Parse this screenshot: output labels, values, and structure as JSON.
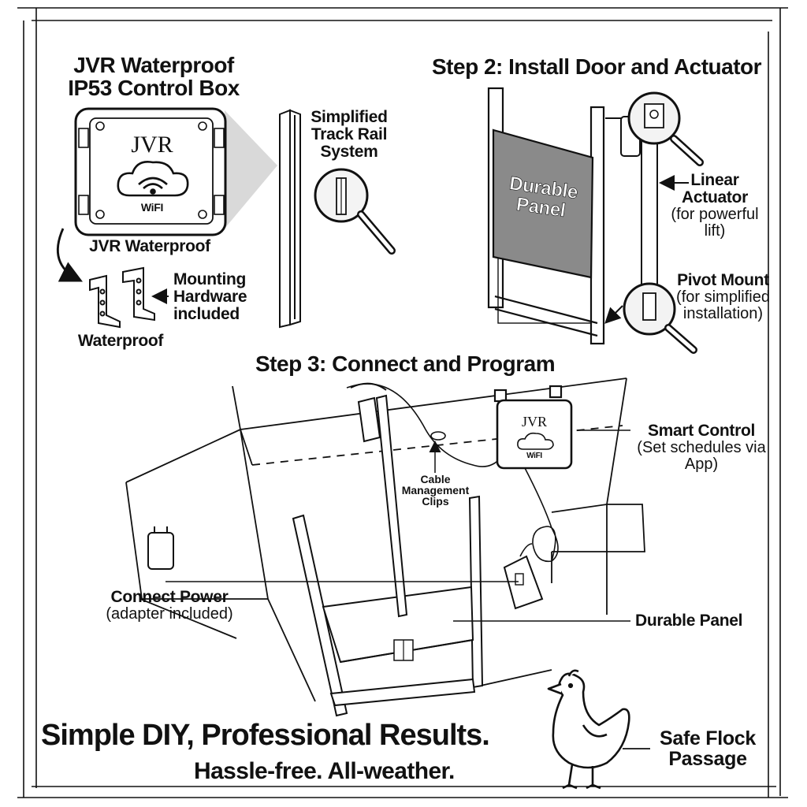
{
  "control_box": {
    "title_line1": "JVR Waterproof",
    "title_line2": "IP53 Control Box",
    "box_brand": "JVR",
    "box_wifi": "WiFI",
    "caption": "JVR Waterproof"
  },
  "mounting": {
    "label_line1": "Mounting",
    "label_line2": "Hardware",
    "label_line3": "included",
    "caption": "Waterproof"
  },
  "track": {
    "label_line1": "Simplified",
    "label_line2": "Track Rail",
    "label_line3": "System"
  },
  "step2": {
    "title": "Step 2: Install Door and Actuator",
    "panel_line1": "Durable",
    "panel_line2": "Panel",
    "actuator_line1": "Linear",
    "actuator_line2": "Actuator",
    "actuator_note_line1": "(for powerful",
    "actuator_note_line2": "lift)",
    "pivot_line1": "Pivot Mount",
    "pivot_note_line1": "(for simplified",
    "pivot_note_line2": "installation)"
  },
  "step3": {
    "title": "Step 3: Connect and Program",
    "smart_title": "Smart Control",
    "smart_note_line1": "(Set schedules via",
    "smart_note_line2": "App)",
    "box_brand": "JVR",
    "box_wifi": "WiFI",
    "clips_line1": "Cable",
    "clips_line2": "Management",
    "clips_line3": "Clips",
    "power_title": "Connect Power",
    "power_note": "(adapter included)",
    "panel_label": "Durable Panel"
  },
  "footer": {
    "headline": "Simple DIY, Professional Results.",
    "subline": "Hassle-free. All-weather.",
    "flock_line1": "Safe Flock",
    "flock_line2": "Passage"
  },
  "icons": [
    "wifi-cloud-icon",
    "magnifier-icon",
    "chicken-icon",
    "arrow-icon"
  ],
  "colors": {
    "ink": "#111111",
    "panel_gray": "#8a8a8a",
    "paper": "#ffffff"
  }
}
